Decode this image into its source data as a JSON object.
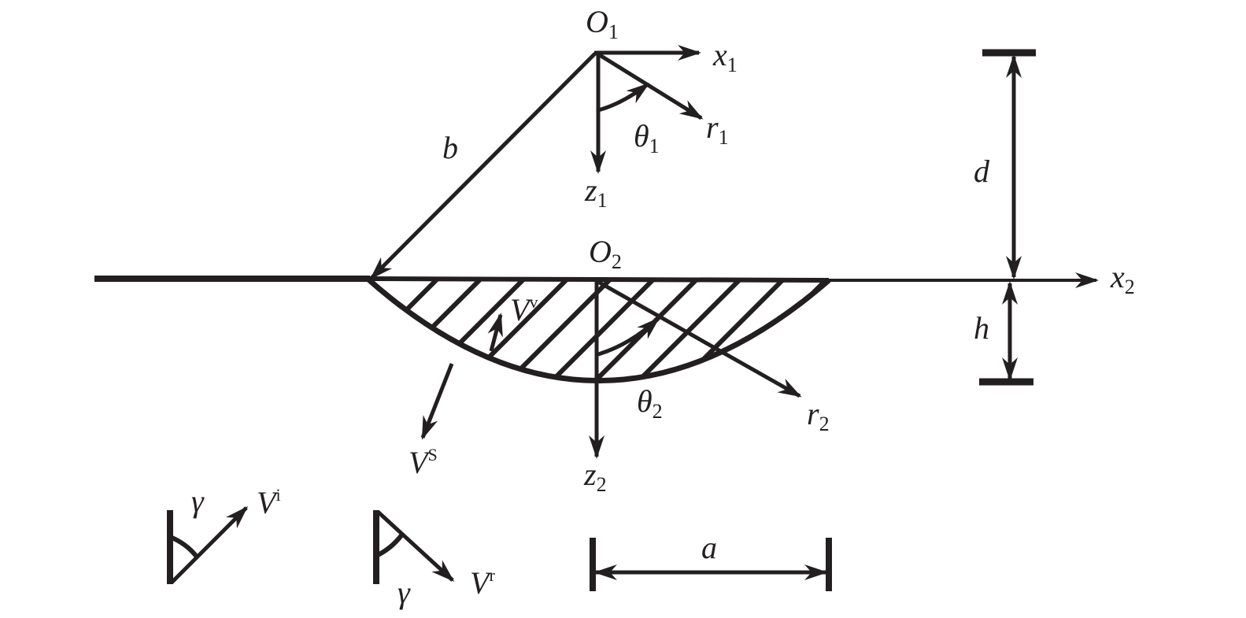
{
  "colors": {
    "ink": "#231f20",
    "background": "#ffffff"
  },
  "labels": {
    "O1": {
      "main": "O",
      "sub": "1"
    },
    "x1": {
      "main": "x",
      "sub": "1"
    },
    "r1": {
      "main": "r",
      "sub": "1"
    },
    "theta1": {
      "main": "θ",
      "sub": "1"
    },
    "z1": {
      "main": "z",
      "sub": "1"
    },
    "b": {
      "main": "b"
    },
    "d": {
      "main": "d"
    },
    "O2": {
      "main": "O",
      "sub": "2"
    },
    "x2": {
      "main": "x",
      "sub": "2"
    },
    "h": {
      "main": "h"
    },
    "Vv": {
      "main": "V",
      "sup": "v"
    },
    "Vs": {
      "main": "V",
      "sup": "S"
    },
    "theta2": {
      "main": "θ",
      "sub": "2"
    },
    "r2": {
      "main": "r",
      "sub": "2"
    },
    "z2": {
      "main": "z",
      "sub": "2"
    },
    "gamma_incident": {
      "main": "γ"
    },
    "Vi": {
      "main": "V",
      "sup": "i"
    },
    "gamma_reflected": {
      "main": "γ"
    },
    "Vr": {
      "main": "V",
      "sup": "r"
    },
    "a": {
      "main": "a"
    }
  }
}
